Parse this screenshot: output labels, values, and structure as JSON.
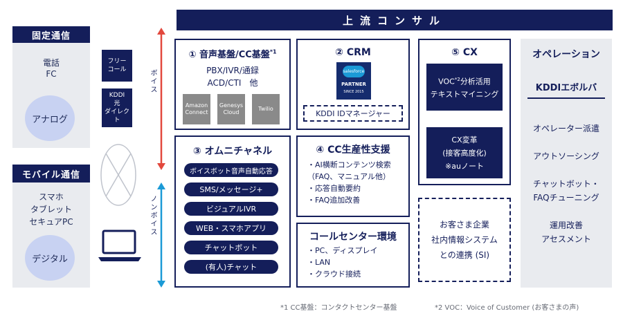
{
  "header": {
    "title": "上流コンサル"
  },
  "left": {
    "fixed": {
      "title": "固定通信",
      "line1": "電話",
      "line2": "FC",
      "circle": "アナログ"
    },
    "mobile": {
      "title": "モバイル通信",
      "line1": "スマホ",
      "line2": "タブレット",
      "line3": "セキュアPC",
      "circle": "デジタル"
    }
  },
  "connectors": {
    "freecall": [
      "フリー",
      "コール"
    ],
    "kddi": [
      "KDDI",
      "光",
      "ダイレクト"
    ]
  },
  "axis": {
    "voice": "ボイス",
    "nonvoice": "ノンボイス"
  },
  "panel1": {
    "title": "① 音声基盤/CC基盤",
    "note": "*1",
    "line1": "PBX/IVR/通録",
    "line2": "ACD/CTI　他",
    "vendors": [
      [
        "Amazon",
        "Connect"
      ],
      [
        "Genesys",
        "Cloud"
      ],
      [
        "Twilio"
      ]
    ]
  },
  "panel2": {
    "title": "② CRM",
    "badge": {
      "brand": "salesforce",
      "label": "PARTNER",
      "since": "SINCE 2015"
    },
    "manager": "KDDI IDマネージャー"
  },
  "panel5": {
    "title": "⑤ CX",
    "box1": {
      "line1": "VOC",
      "sup": "*2",
      "line1b": "分析活用",
      "line2": "テキストマイニング"
    },
    "box2": {
      "line1": "CX変革",
      "line2": "(接客高度化)",
      "line3": "※auノート"
    }
  },
  "panel3": {
    "title": "③ オムニチャネル",
    "items": [
      "ボイスボット音声自動応答",
      "SMS/メッセージ+",
      "ビジュアルIVR",
      "WEB・スマホアプリ",
      "チャットボット",
      "(有人)チャット"
    ]
  },
  "panel4": {
    "title": "④ CC生産性支援",
    "items": [
      "・AI横断コンテンツ検索",
      "（FAQ、マニュアル他）",
      "・応答自動要約",
      "・FAQ追加改善"
    ]
  },
  "panelCC": {
    "title": "コールセンター環境",
    "items": [
      "・PC、ディスプレイ",
      "・LAN",
      "・クラウド接続"
    ]
  },
  "si": {
    "line1": "お客さま企業",
    "line2": "社内情報システム",
    "line3": "との連携 (SI)"
  },
  "operation": {
    "title": "オペレーション",
    "subtitle": "KDDIエボルバ",
    "items": [
      [
        "オペレーター派遣"
      ],
      [
        "アウトソーシング"
      ],
      [
        "チャットボット・",
        "FAQチューニング"
      ],
      [
        "運用改善",
        "アセスメント"
      ]
    ]
  },
  "footnotes": {
    "n1": "*1 CC基盤：コンタクトセンター基盤",
    "n2": "*2 VOC：Voice of Customer (お客さまの声)"
  },
  "colors": {
    "navy": "#141e5a",
    "arrowRed": "#e2483d",
    "arrowBlue": "#1b9ad6",
    "circle": "#c8d2f2",
    "gray": "#e9ebef"
  }
}
